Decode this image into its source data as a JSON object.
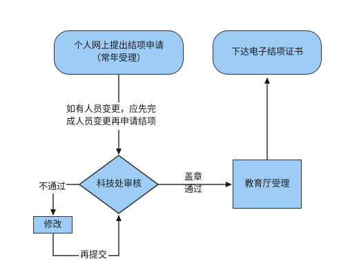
{
  "nodes": {
    "apply_line1": "个人网上提出结项申请",
    "apply_line2": "（常年受理）",
    "review": "科技处审核",
    "edu_dept": "教育厅受理",
    "issue_cert": "下达电子结项证书",
    "modify": "修改"
  },
  "edge_labels": {
    "change_line1": "如有人员变更，应先完",
    "change_line2": "成人员变更再申请结项",
    "stamp_line1": "盖章",
    "stamp_line2": "通过",
    "not_pass": "不通过",
    "resubmit": "再提交"
  },
  "colors": {
    "node_fill": "#9dcdf6",
    "stroke": "#2f2f2f"
  }
}
